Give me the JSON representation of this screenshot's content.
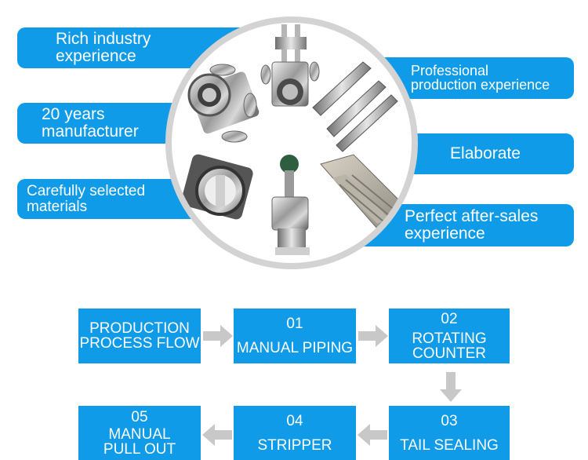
{
  "features": {
    "left": [
      {
        "lines": [
          "Rich industry",
          "experience"
        ]
      },
      {
        "lines": [
          "20 years",
          "manufacturer"
        ]
      },
      {
        "lines": [
          "Carefully selected",
          "materials"
        ]
      }
    ],
    "right": [
      {
        "lines": [
          "Professional",
          "production experience"
        ]
      },
      {
        "lines": [
          "Elaborate"
        ]
      },
      {
        "lines": [
          "Perfect after-sales",
          "experience"
        ]
      }
    ]
  },
  "products": {
    "items": [
      "cross-pipe-fitting",
      "valve-assembly",
      "steel-rails",
      "butterfly-valve",
      "sanitary-valve",
      "ribbed-plate"
    ]
  },
  "flow": {
    "title_lines": [
      "PRODUCTION",
      "PROCESS FLOW"
    ],
    "steps": [
      {
        "number": "01",
        "label": "MANUAL PIPING"
      },
      {
        "number": "02",
        "label_lines": [
          "ROTATING",
          "COUNTER"
        ]
      },
      {
        "number": "03",
        "label": "TAIL SEALING"
      },
      {
        "number": "04",
        "label": "STRIPPER"
      },
      {
        "number": "05",
        "label_lines": [
          "MANUAL",
          "PULL OUT"
        ]
      }
    ]
  },
  "colors": {
    "accent": "#0f9be8",
    "arrow": "#c8c8c8",
    "ring": "#d3d3d3"
  }
}
